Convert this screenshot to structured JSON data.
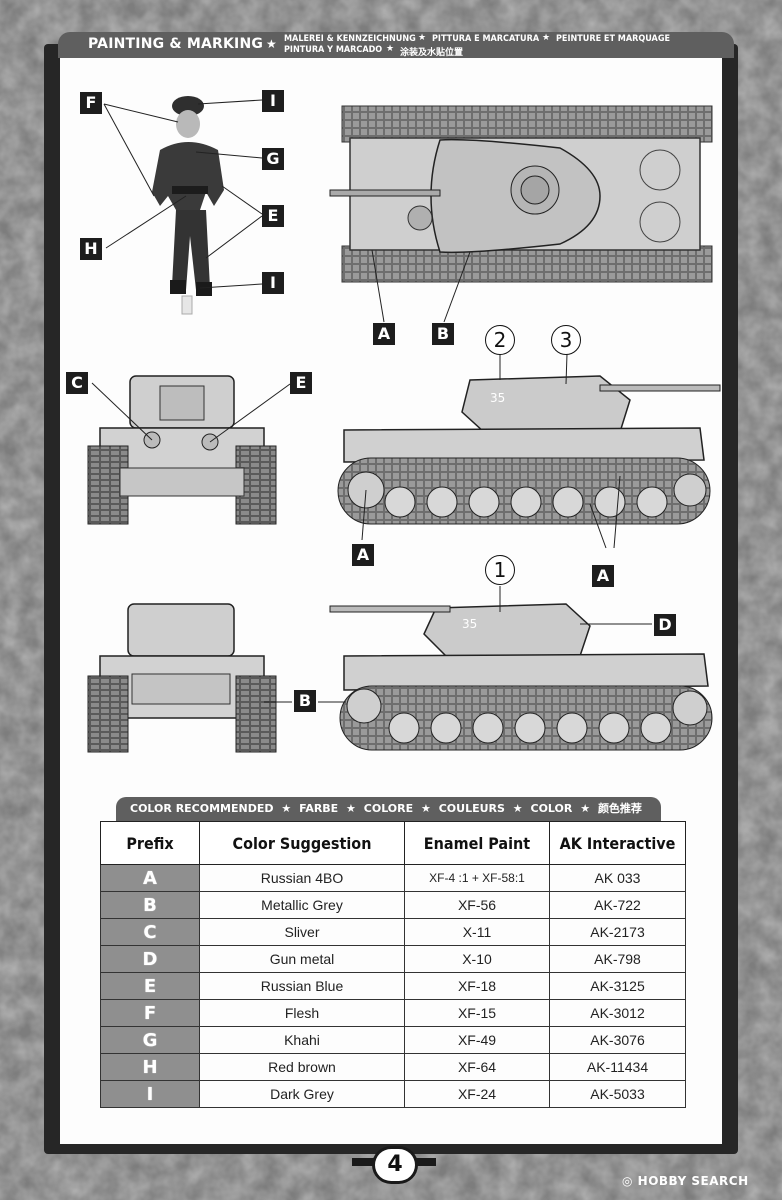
{
  "header": {
    "title": "PAINTING & MARKING",
    "star": "★",
    "sub_line1": [
      {
        "text": "MALEREI & KENNZEICHNUNG"
      },
      {
        "text": "PITTURA E MARCATURA"
      },
      {
        "text": "PEINTURE ET MARQUAGE"
      }
    ],
    "sub_line2_a": "PINTURA Y MARCADO",
    "sub_line2_b": "涂装及水贴位置"
  },
  "callouts": {
    "f": "F",
    "i_top": "I",
    "g": "G",
    "e_fig": "E",
    "h": "H",
    "i_bottom": "I",
    "a_top": "A",
    "b_top": "B",
    "c_front": "C",
    "e_front": "E",
    "a_side1": "A",
    "a_side2": "A",
    "d": "D",
    "b_rear": "B"
  },
  "decal_numbers": {
    "n1": "1",
    "n2": "2",
    "n3": "3"
  },
  "color_table": {
    "title_parts": [
      "COLOR RECOMMENDED",
      "★",
      "FARBE",
      "★",
      "COLORE",
      "★",
      "COULEURS",
      "★",
      "COLOR",
      "★",
      "颜色推荐"
    ],
    "headers": [
      "Prefix",
      "Color Suggestion",
      "Enamel Paint",
      "AK Interactive"
    ],
    "rows": [
      {
        "prefix": "A",
        "color": "Russian 4BO",
        "enamel": "XF-4 :1 + XF-58:1",
        "ak": "AK 033"
      },
      {
        "prefix": "B",
        "color": "Metallic Grey",
        "enamel": "XF-56",
        "ak": "AK-722"
      },
      {
        "prefix": "C",
        "color": "Sliver",
        "enamel": "X-11",
        "ak": "AK-2173"
      },
      {
        "prefix": "D",
        "color": "Gun metal",
        "enamel": "X-10",
        "ak": "AK-798"
      },
      {
        "prefix": "E",
        "color": "Russian Blue",
        "enamel": "XF-18",
        "ak": "AK-3125"
      },
      {
        "prefix": "F",
        "color": "Flesh",
        "enamel": "XF-15",
        "ak": "AK-3012"
      },
      {
        "prefix": "G",
        "color": "Khahi",
        "enamel": "XF-49",
        "ak": "AK-3076"
      },
      {
        "prefix": "H",
        "color": "Red brown",
        "enamel": "XF-64",
        "ak": "AK-11434"
      },
      {
        "prefix": "I",
        "color": "Dark Grey",
        "enamel": "XF-24",
        "ak": "AK-5033"
      }
    ]
  },
  "page_number": "4",
  "watermark": "HOBBY SEARCH"
}
